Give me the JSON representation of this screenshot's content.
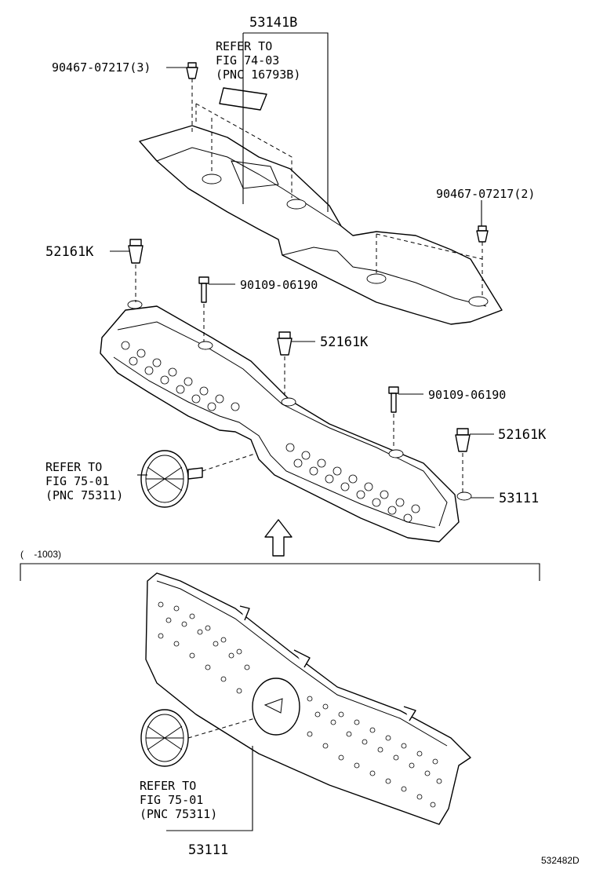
{
  "labels": {
    "upper_cover_part": "53141B",
    "refer_fig74_line1": "REFER TO",
    "refer_fig74_line2": "FIG 74-03",
    "refer_fig74_line3": "(PNC 16793B)",
    "clip_a3": "90467-07217(3)",
    "clip_a2": "90467-07217(2)",
    "clip_k_top": "52161K",
    "screw_top": "90109-06190",
    "clip_k_mid": "52161K",
    "screw_mid": "90109-06190",
    "clip_k_right": "52161K",
    "grille_upper": "53111",
    "refer_fig75a_line1": "REFER TO",
    "refer_fig75a_line2": "FIG 75-01",
    "refer_fig75a_line3": "(PNC 75311)",
    "date_range": "(    -1003)",
    "refer_fig75b_line1": "REFER TO",
    "refer_fig75b_line2": "FIG 75-01",
    "refer_fig75b_line3": "(PNC 75311)",
    "grille_lower": "53111",
    "diagram_id": "532482D"
  }
}
